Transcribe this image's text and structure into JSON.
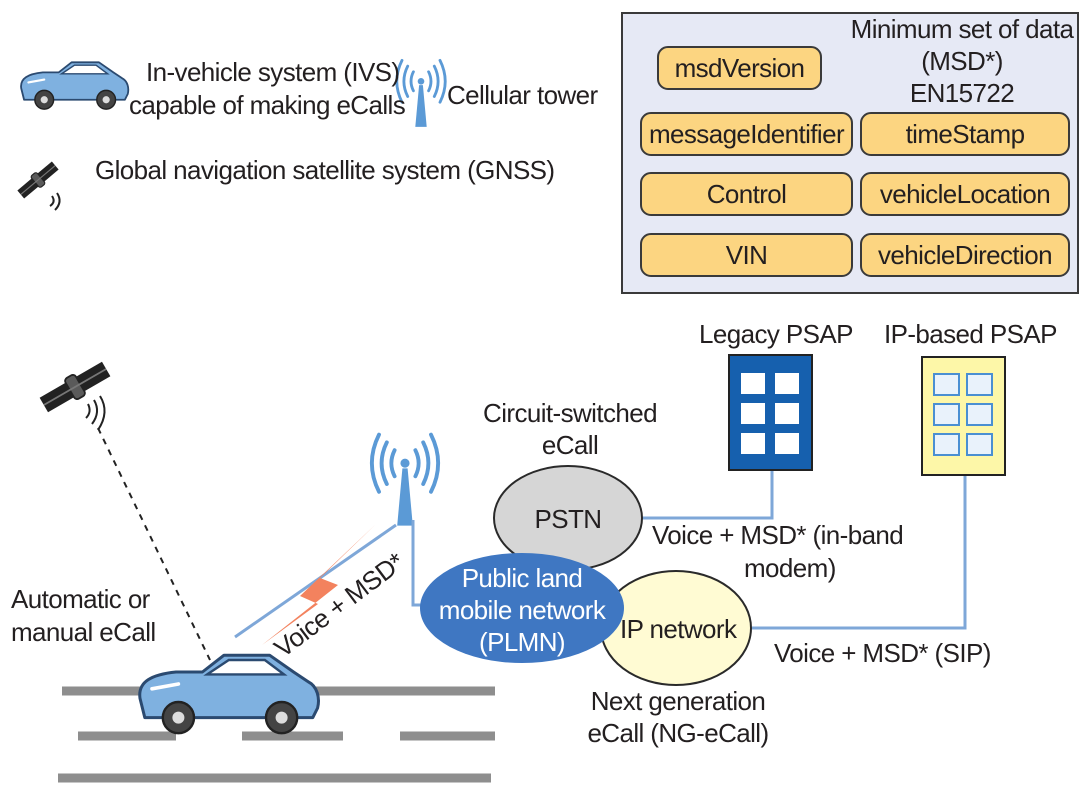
{
  "legend": {
    "ivs_line1": "In-vehicle system (IVS)",
    "ivs_line2": "capable of making eCalls",
    "tower": "Cellular tower",
    "gnss": "Global navigation satellite system (GNSS)"
  },
  "msd_panel": {
    "title_line1": "Minimum set of data",
    "title_line2": "(MSD*)",
    "title_line3": "EN15722",
    "fields": [
      "msdVersion",
      "messageIdentifier",
      "timeStamp",
      "Control",
      "vehicleLocation",
      "VIN",
      "vehicleDirection"
    ]
  },
  "psap": {
    "legacy": "Legacy PSAP",
    "ip": "IP-based PSAP"
  },
  "circuit_switched": {
    "line1": "Circuit-switched",
    "line2": "eCall"
  },
  "networks": {
    "pstn": "PSTN",
    "plmn_line1": "Public land",
    "plmn_line2": "mobile network",
    "plmn_line3": "(PLMN)",
    "ip": "IP network"
  },
  "links": {
    "inband_line1": "Voice + MSD* (in-band",
    "inband_line2": "modem)",
    "sip": "Voice + MSD* (SIP)",
    "radio": "Voice + MSD*"
  },
  "car_label": {
    "line1": "Automatic or",
    "line2": "manual eCall"
  },
  "ng_ecall": {
    "line1": "Next generation",
    "line2": "eCall (NG-eCall)"
  },
  "colors": {
    "panel_bg": "#e6e9f5",
    "field_fill": "#fcd581",
    "car_blue": "#7fb1e0",
    "network_blue": "#3f77c2",
    "pstn_gray": "#d6d6d6",
    "ip_yellow": "#fffbd3",
    "legacy_psap": "#1660ae",
    "ip_psap": "#fdf7a8",
    "link_line": "#7ea7d8",
    "lightning": "#f3825e",
    "road": "#8e8e8e"
  }
}
